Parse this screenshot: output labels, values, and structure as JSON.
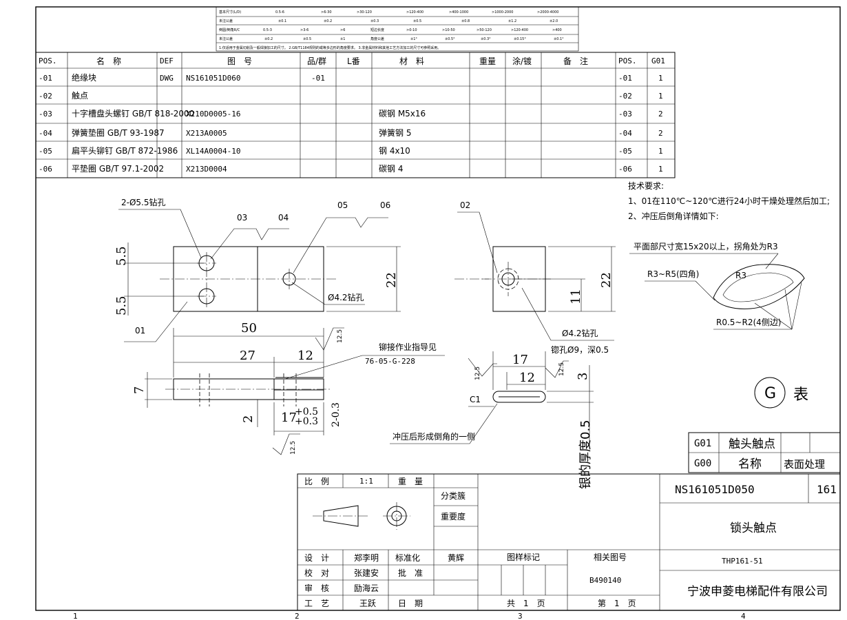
{
  "tolerance_table": {
    "row1": [
      "基本尺寸(L/D)",
      "0.5-6",
      ">6-30",
      ">30-120",
      ">120-400",
      ">400-1000",
      ">1000-2000",
      ">2000-4000"
    ],
    "row2": [
      "未注公差",
      "±0.1",
      "±0.2",
      "±0.3",
      "±0.5",
      "±0.8",
      "±1.2",
      "±2.0"
    ],
    "row3": [
      "倒圆/倒角R/C",
      "0.5-3",
      ">3-6",
      ">6",
      "短边长度",
      ">0-10",
      ">10-50",
      ">50-120",
      ">120-400",
      ">400"
    ],
    "row4": [
      "未注公差",
      "±0.2",
      "±0.5",
      "±1",
      "角度公差",
      "±1°",
      "±0.5°",
      "±0.3°",
      "±0.15°",
      "±0.1°"
    ],
    "note": "1.仅适用于金属切削及一般焊接加工的尺寸。 2.GB/T1184规则的或等多边形的角度要求。 3.非金属材料和其他工艺方法加工的尺寸可参照采用。"
  },
  "bom": {
    "headers": [
      "POS.",
      "名　称",
      "DEF",
      "图　号",
      "品/群",
      "L番",
      "材　料",
      "重量",
      "涂/镀",
      "备　注",
      "POS.",
      "G01"
    ],
    "rows": [
      [
        "-01",
        "绝缘块",
        "DWG",
        "NS161051D060",
        "-01",
        "",
        "",
        "",
        "",
        "",
        "-01",
        "1"
      ],
      [
        "-02",
        "触点",
        "",
        "",
        "",
        "",
        "",
        "",
        "",
        "",
        "-02",
        "1"
      ],
      [
        "-03",
        "十字槽盘头螺钉 GB/T 818-2000",
        "",
        "X210D0005-16",
        "",
        "",
        "碳钢 M5x16",
        "",
        "",
        "",
        "-03",
        "2"
      ],
      [
        "-04",
        "弹簧垫圈 GB/T 93-1987",
        "",
        "X213A0005",
        "",
        "",
        "弹簧钢 5",
        "",
        "",
        "",
        "-04",
        "2"
      ],
      [
        "-05",
        "扁平头铆钉 GB/T 872-1986",
        "",
        "XL14A0004-10",
        "",
        "",
        "钢 4x10",
        "",
        "",
        "",
        "-05",
        "1"
      ],
      [
        "-06",
        "平垫圈 GB/T 97.1-2002",
        "",
        "X213D0004",
        "",
        "",
        "碳钢 4",
        "",
        "",
        "",
        "-06",
        "1"
      ]
    ]
  },
  "tech": {
    "title": "技术要求:",
    "line1": "1、01在110℃~120℃进行24小时干燥处理然后加工;",
    "line2": "2、冲压后倒角详情如下:",
    "flat_note": "平面部尺寸宽15x20以上，拐角处为R3",
    "r_corner": "R3~R5(四角)",
    "r3": "R3",
    "r_edge": "R0.5~R2(4侧边)"
  },
  "views": {
    "hole_note": "2-Ø5.5钻孔",
    "c03": "03",
    "c04": "04",
    "c05": "05",
    "c06": "06",
    "c02": "02",
    "c01": "01",
    "d55a": "5.5",
    "d55b": "5.5",
    "d22": "22",
    "drill42": "Ø4.2钻孔",
    "d50": "50",
    "d27": "27",
    "d12": "12",
    "d7": "7",
    "d2": "2",
    "d17": "17",
    "tol_up": "+0.5",
    "tol_dn": "+0.3",
    "d_neg03": "2-0.3",
    "rough": "12.5",
    "rivet1": "铆接作业指导见",
    "rivet2": "76-05-G-228",
    "r_d22": "22",
    "r_d11": "11",
    "r_drill": "Ø4.2钻孔",
    "r_cb": "锪孔Ø9，深0.5",
    "r_d17": "17",
    "r_d12": "12",
    "r_d3": "3",
    "c1": "C1",
    "chamfer_note": "冲压后形成倒角的一侧",
    "silver": "银的厚度0.5",
    "g_label": "G",
    "g_biao": "表"
  },
  "gtable": {
    "r1": [
      "G01",
      "触头触点"
    ],
    "r2": [
      "G00",
      "名称",
      "表面处理"
    ]
  },
  "title_block": {
    "scale_label": "比　例",
    "scale": "1:1",
    "weight_label": "重　量",
    "class_label": "分类簇",
    "importance_label": "重要度",
    "design": "设　计",
    "designer": "郑李明",
    "std": "标准化",
    "std_person": "黄辉",
    "check": "校　对",
    "checker": "张建安",
    "approve": "批　准",
    "review": "审　核",
    "reviewer": "励海云",
    "process": "工　艺",
    "processor": "王跃",
    "date": "日　期",
    "mark_label": "图样标记",
    "related_label": "相关图号",
    "related": "B490140",
    "total": "共　1　页",
    "page": "第　1　页",
    "drawing_no": "NS161051D050",
    "code": "161",
    "part_name": "锁头触点",
    "ref": "THP161-51",
    "company": "宁波申菱电梯配件有限公司"
  },
  "zones": {
    "c1": "1",
    "c2": "2",
    "c3": "3",
    "c4": "4"
  }
}
